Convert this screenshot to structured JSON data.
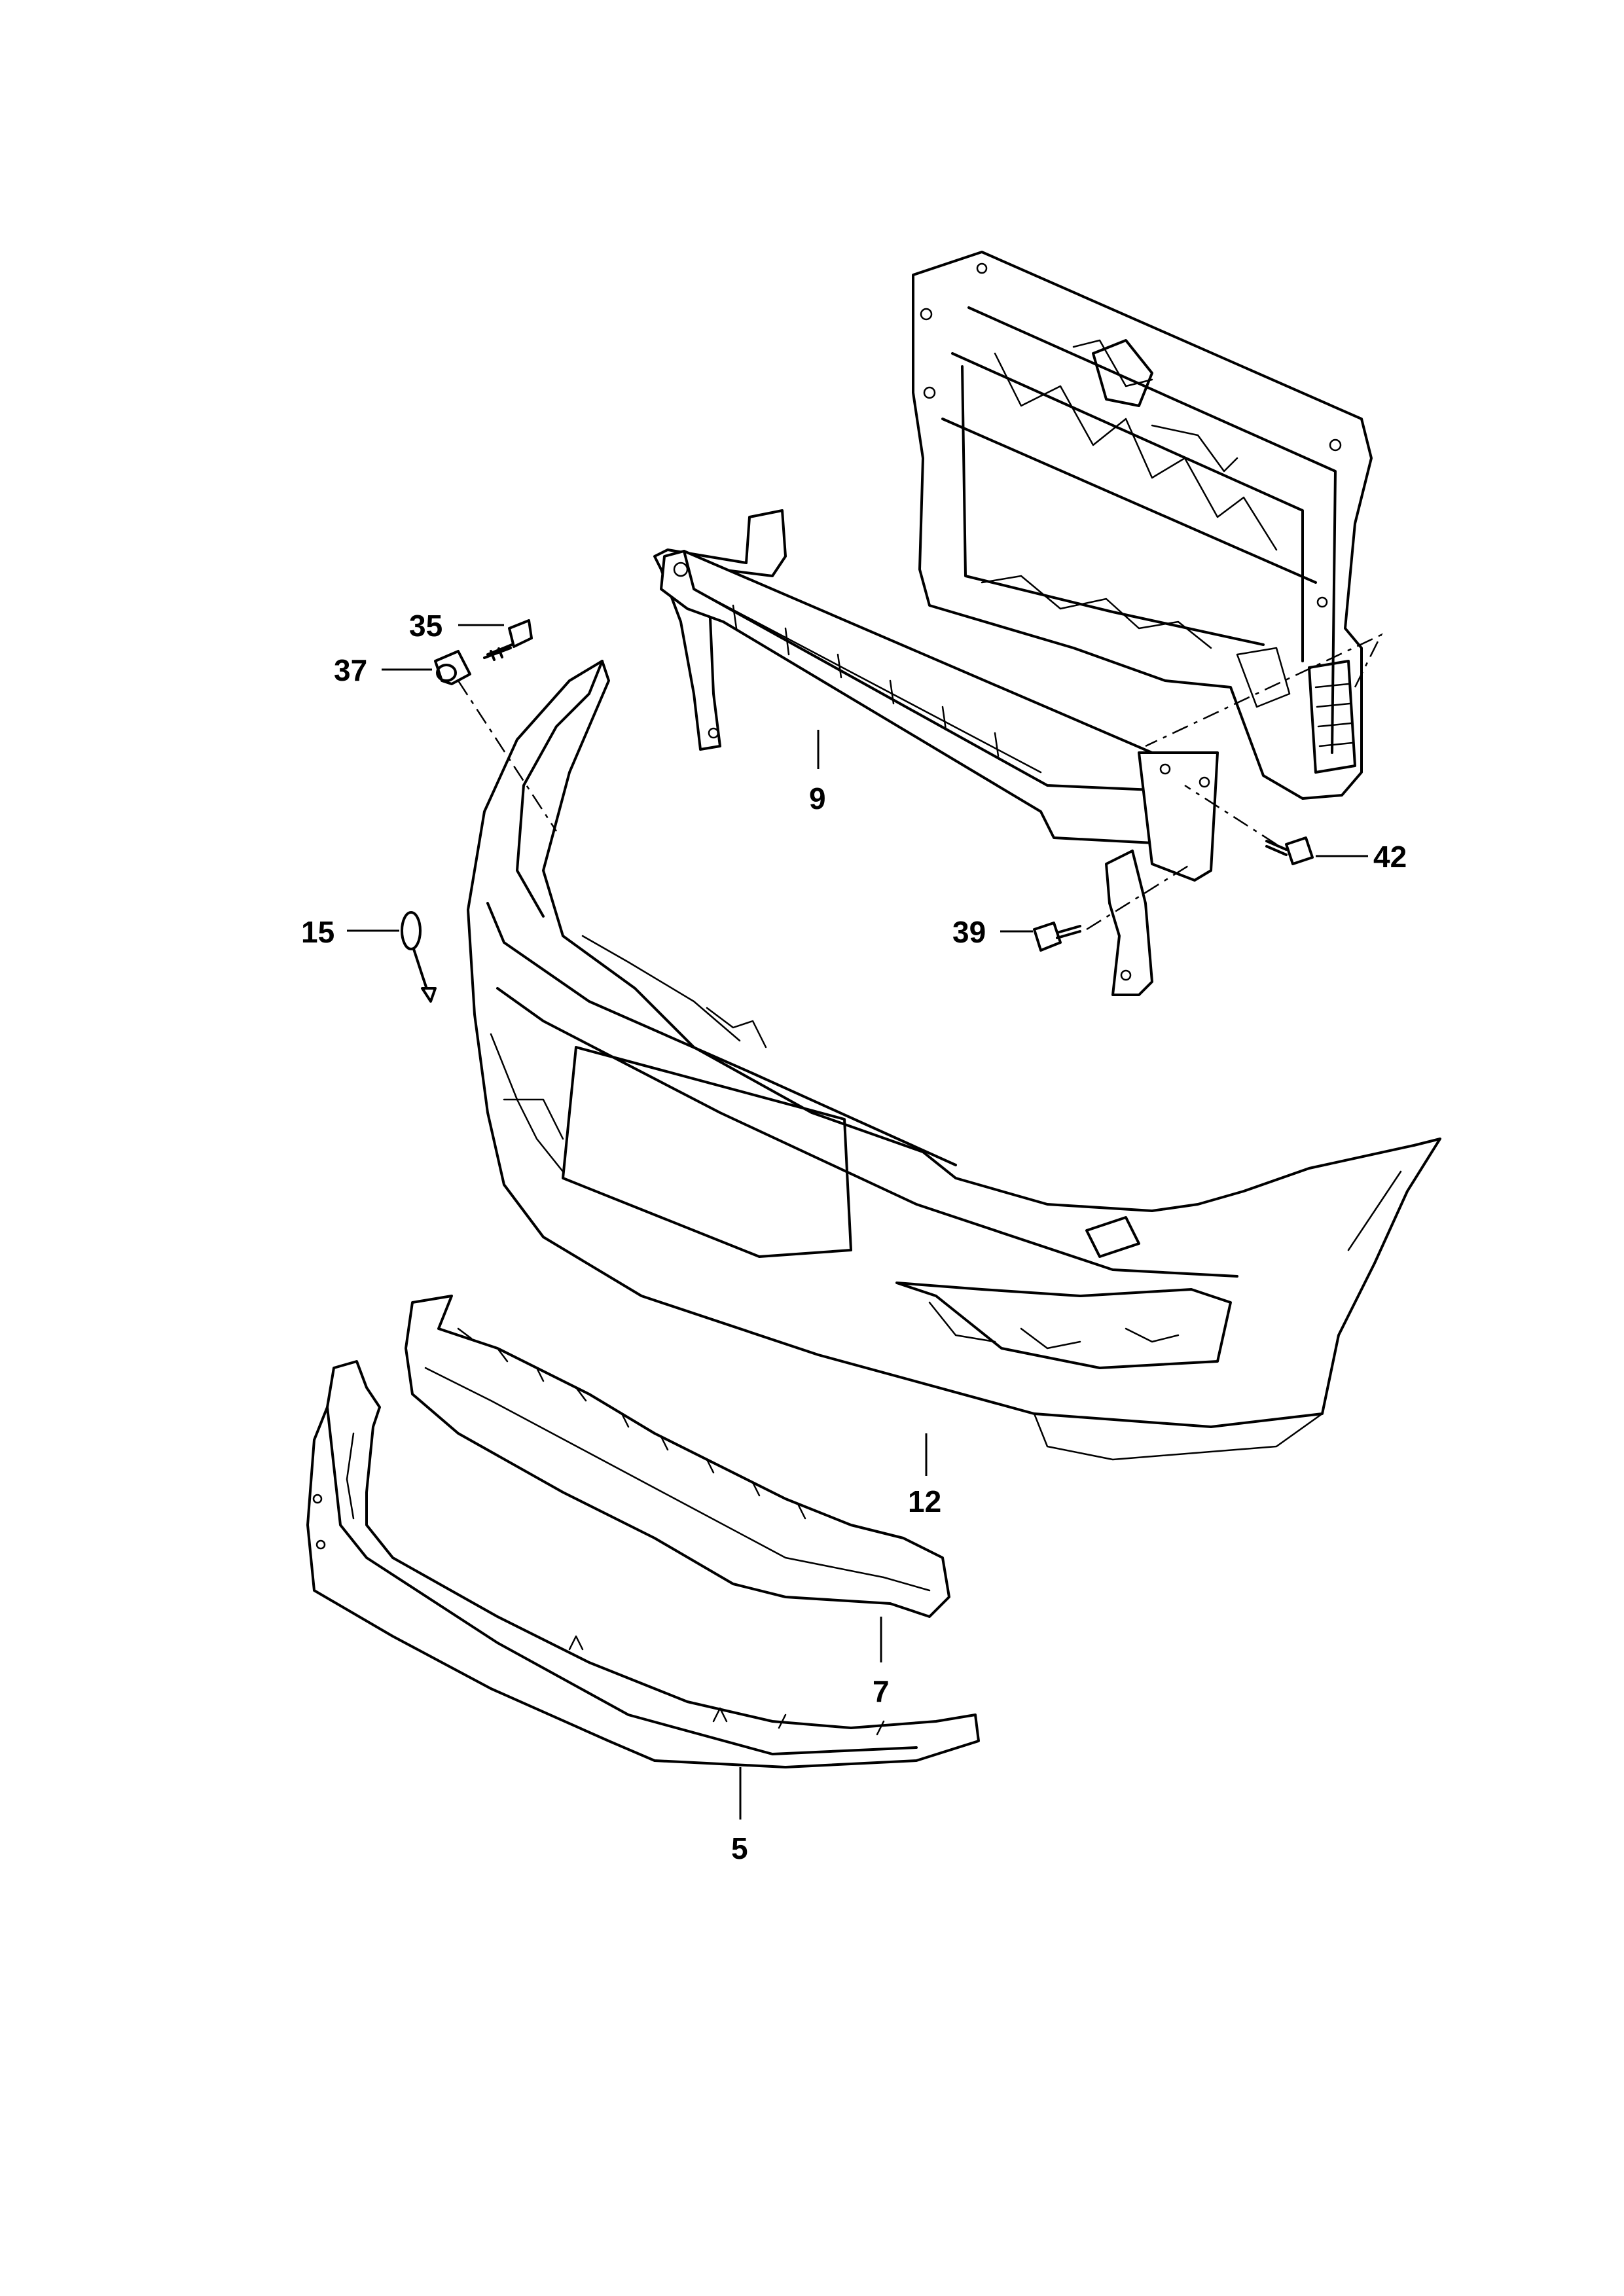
{
  "callouts": {
    "c35": "35",
    "c37": "37",
    "c9": "9",
    "c42": "42",
    "c15": "15",
    "c39": "39",
    "c12": "12",
    "c7": "7",
    "c5": "5"
  }
}
